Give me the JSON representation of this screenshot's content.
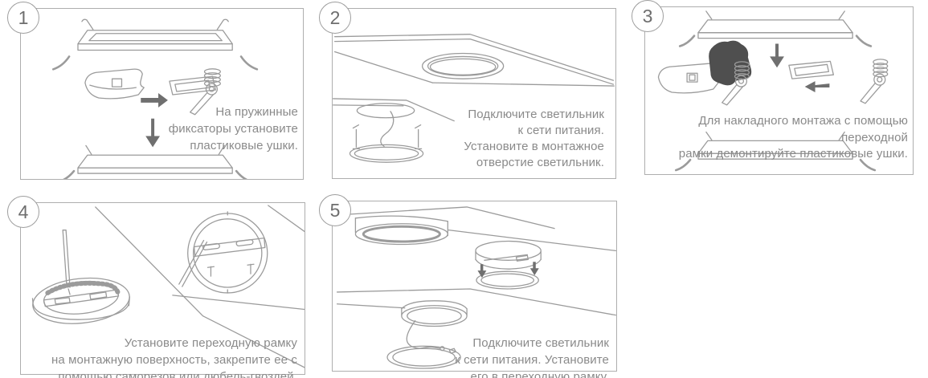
{
  "colors": {
    "background": "#ffffff",
    "panel_border": "#aeaeae",
    "line_art": "#9b9b9b",
    "caption_text": "#8a8a8a",
    "step_number": "#6e6e6e",
    "arrow_fill": "#6f6f6f",
    "hand_fill": "#4f4f4f"
  },
  "panels": [
    {
      "number": "1",
      "caption": "На пружинные фиксаторы установите пластиковые ушки.",
      "lines": [
        "На пружинные",
        "фиксаторы установите",
        "пластиковые ушки."
      ]
    },
    {
      "number": "2",
      "caption": "Подключите светильник к сети питания. Установите в монтажное отверстие светильник.",
      "lines": [
        "Подключите светильник",
        "к сети питания.",
        "Установите в монтажное",
        "отверстие светильник."
      ]
    },
    {
      "number": "3",
      "caption": "Для накладного монтажа с помощью переходной рамки демонтируйте пластиковые ушки.",
      "lines": [
        "Для накладного монтажа с помощью переходной",
        "рамки демонтируйте пластиковые ушки."
      ]
    },
    {
      "number": "4",
      "caption": "Установите переходную рамку на монтажную поверхность, закрепите ее с помощью саморезов или дюбель-гвоздей.",
      "lines": [
        "Установите переходную рамку",
        "на монтажную поверхность, закрепите ее с",
        "помощью саморезов или дюбель-гвоздей."
      ]
    },
    {
      "number": "5",
      "caption": "Подключите светильник к сети питания. Установите его в переходную рамку.",
      "lines": [
        "Подключите светильник",
        "к сети питания. Установите",
        "его в переходную рамку."
      ]
    }
  ]
}
